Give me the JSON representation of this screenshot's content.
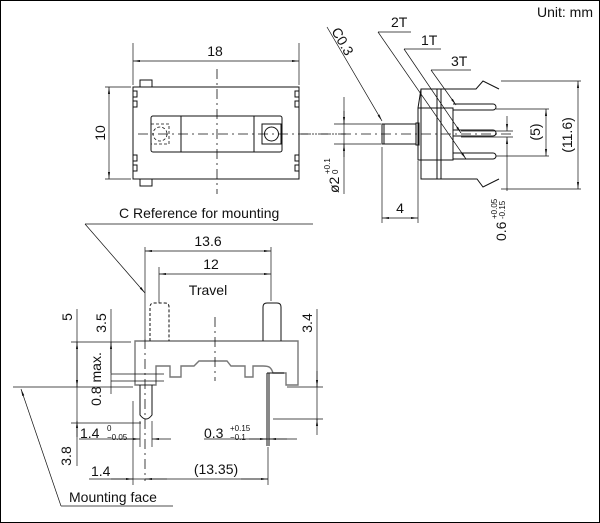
{
  "unit_label": "Unit: mm",
  "top_view": {
    "width": "18",
    "height": "10"
  },
  "side_view": {
    "chamfer": "C0.3",
    "terminal_2": "2T",
    "terminal_1": "1T",
    "terminal_3": "3T",
    "shaft_dia": "ø2",
    "shaft_dia_tol_upper": "+0.1",
    "shaft_dia_tol_lower": "0",
    "shaft_length": "4",
    "pin_pitch": "(5)",
    "overall_height": "(11.6)",
    "pin_width": "0.6",
    "pin_width_tol_upper": "+0.05",
    "pin_width_tol_lower": "-0.15"
  },
  "front_view": {
    "reference_label": "C Reference for mounting",
    "outer_span": "13.6",
    "travel_span": "12",
    "travel_label": "Travel",
    "dim_5": "5",
    "dim_3_5": "3.5",
    "dim_3_4": "3.4",
    "dim_0_8": "0.8 max.",
    "dim_1_4_tol": "1.4",
    "dim_1_4_tol_upper": "0",
    "dim_1_4_tol_lower": "−0.05",
    "dim_0_3": "0.3",
    "dim_0_3_tol_upper": "+0.15",
    "dim_0_3_tol_lower": "−0.1",
    "dim_3_8": "3.8",
    "dim_1_4": "1.4",
    "dim_13_35": "(13.35)",
    "mounting_face_label": "Mounting face"
  }
}
